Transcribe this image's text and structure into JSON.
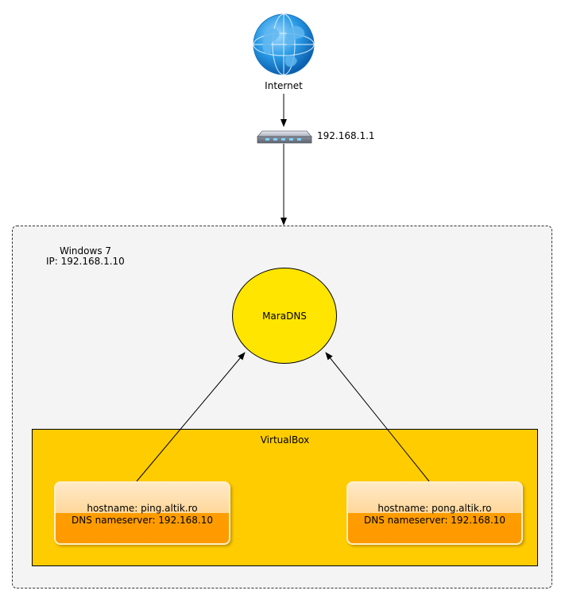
{
  "internet": {
    "label": "Internet",
    "icon": "globe-icon"
  },
  "router": {
    "ip": "192.168.1.1",
    "icon": "router-icon"
  },
  "host": {
    "os": "Windows 7",
    "ip": "IP: 192.168.1.10"
  },
  "dns_server": {
    "label": "MaraDNS"
  },
  "virtualbox": {
    "label": "VirtualBox",
    "vms": [
      {
        "hostname": "hostname: ping.altik.ro",
        "dns": "DNS nameserver: 192.168.10"
      },
      {
        "hostname": "hostname: pong.altik.ro",
        "dns": "DNS nameserver: 192.168.10"
      }
    ]
  },
  "colors": {
    "host_bg": "#f4f4f4",
    "dns_fill": "#ffe500",
    "vbox_fill": "#ffcc00",
    "vm_top": "#ffe3b5",
    "vm_bottom": "#ff9900",
    "globe": "#1e9ae8"
  }
}
